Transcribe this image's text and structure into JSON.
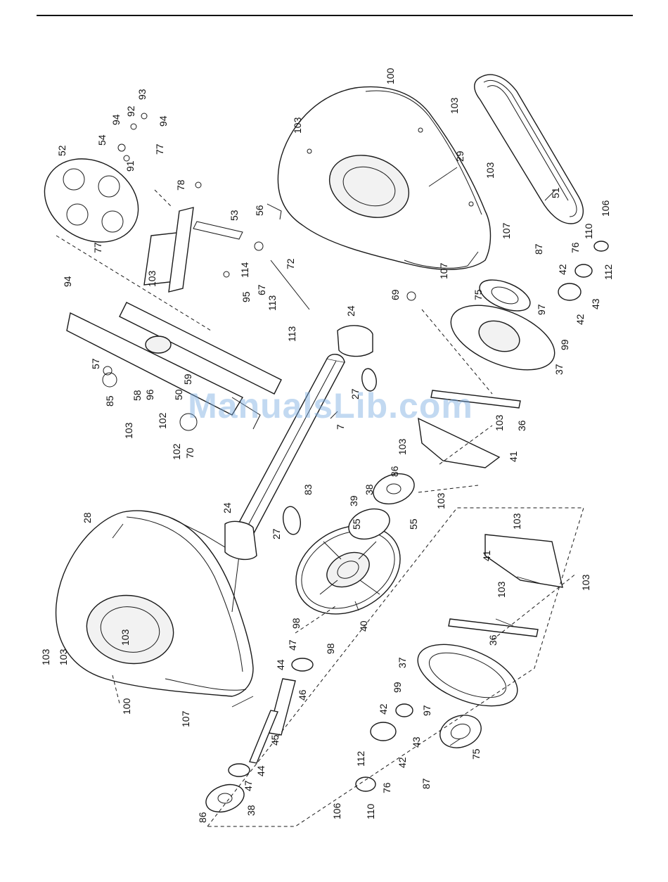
{
  "watermark": "ManualsLib.com",
  "labels": [
    {
      "id": "l1",
      "text": "100"
    },
    {
      "id": "l2",
      "text": "103"
    },
    {
      "id": "l3",
      "text": "103"
    },
    {
      "id": "l4",
      "text": "29"
    },
    {
      "id": "l5",
      "text": "103"
    },
    {
      "id": "l6",
      "text": "51"
    },
    {
      "id": "l7",
      "text": "106"
    },
    {
      "id": "l8",
      "text": "110"
    },
    {
      "id": "l9",
      "text": "76"
    },
    {
      "id": "l10",
      "text": "112"
    },
    {
      "id": "l11",
      "text": "42"
    },
    {
      "id": "l12",
      "text": "43"
    },
    {
      "id": "l13",
      "text": "42"
    },
    {
      "id": "l14",
      "text": "97"
    },
    {
      "id": "l15",
      "text": "99"
    },
    {
      "id": "l16",
      "text": "37"
    },
    {
      "id": "l17",
      "text": "107"
    },
    {
      "id": "l18",
      "text": "87"
    },
    {
      "id": "l19",
      "text": "75"
    },
    {
      "id": "l20",
      "text": "107"
    },
    {
      "id": "l21",
      "text": "69"
    },
    {
      "id": "l22",
      "text": "93"
    },
    {
      "id": "l23",
      "text": "92"
    },
    {
      "id": "l24",
      "text": "94"
    },
    {
      "id": "l25",
      "text": "94"
    },
    {
      "id": "l26",
      "text": "54"
    },
    {
      "id": "l27",
      "text": "77"
    },
    {
      "id": "l28",
      "text": "91"
    },
    {
      "id": "l29",
      "text": "52"
    },
    {
      "id": "l30",
      "text": "77"
    },
    {
      "id": "l31",
      "text": "94"
    },
    {
      "id": "l32",
      "text": "78"
    },
    {
      "id": "l33",
      "text": "53"
    },
    {
      "id": "l34",
      "text": "56"
    },
    {
      "id": "l35",
      "text": "72"
    },
    {
      "id": "l36",
      "text": "114"
    },
    {
      "id": "l37",
      "text": "95"
    },
    {
      "id": "l38",
      "text": "67"
    },
    {
      "id": "l39",
      "text": "113"
    },
    {
      "id": "l40",
      "text": "113"
    },
    {
      "id": "l41",
      "text": "103"
    },
    {
      "id": "l42",
      "text": "24"
    },
    {
      "id": "l43",
      "text": "27"
    },
    {
      "id": "l44",
      "text": "57"
    },
    {
      "id": "l45",
      "text": "85"
    },
    {
      "id": "l46",
      "text": "58"
    },
    {
      "id": "l47",
      "text": "96"
    },
    {
      "id": "l48",
      "text": "50"
    },
    {
      "id": "l49",
      "text": "59"
    },
    {
      "id": "l50",
      "text": "102"
    },
    {
      "id": "l51",
      "text": "103"
    },
    {
      "id": "l52",
      "text": "102"
    },
    {
      "id": "l53",
      "text": "70"
    },
    {
      "id": "l54",
      "text": "7"
    },
    {
      "id": "l55",
      "text": "36"
    },
    {
      "id": "l56",
      "text": "103"
    },
    {
      "id": "l57",
      "text": "41"
    },
    {
      "id": "l58",
      "text": "103"
    },
    {
      "id": "l59",
      "text": "103"
    },
    {
      "id": "l60",
      "text": "86"
    },
    {
      "id": "l61",
      "text": "38"
    },
    {
      "id": "l62",
      "text": "83"
    },
    {
      "id": "l63",
      "text": "39"
    },
    {
      "id": "l64",
      "text": "55"
    },
    {
      "id": "l65",
      "text": "55"
    },
    {
      "id": "l66",
      "text": "24"
    },
    {
      "id": "l67",
      "text": "27"
    },
    {
      "id": "l68",
      "text": "28"
    },
    {
      "id": "l69",
      "text": "103"
    },
    {
      "id": "l70",
      "text": "103"
    },
    {
      "id": "l71",
      "text": "103"
    },
    {
      "id": "l72",
      "text": "100"
    },
    {
      "id": "l73",
      "text": "107"
    },
    {
      "id": "l74",
      "text": "98"
    },
    {
      "id": "l75",
      "text": "98"
    },
    {
      "id": "l76",
      "text": "40"
    },
    {
      "id": "l77",
      "text": "47"
    },
    {
      "id": "l78",
      "text": "44"
    },
    {
      "id": "l79",
      "text": "46"
    },
    {
      "id": "l80",
      "text": "45"
    },
    {
      "id": "l81",
      "text": "44"
    },
    {
      "id": "l82",
      "text": "47"
    },
    {
      "id": "l83",
      "text": "38"
    },
    {
      "id": "l84",
      "text": "86"
    },
    {
      "id": "l85",
      "text": "103"
    },
    {
      "id": "l86",
      "text": "41"
    },
    {
      "id": "l87",
      "text": "103"
    },
    {
      "id": "l88",
      "text": "103"
    },
    {
      "id": "l89",
      "text": "36"
    },
    {
      "id": "l90",
      "text": "37"
    },
    {
      "id": "l91",
      "text": "99"
    },
    {
      "id": "l92",
      "text": "97"
    },
    {
      "id": "l93",
      "text": "42"
    },
    {
      "id": "l94",
      "text": "43"
    },
    {
      "id": "l95",
      "text": "42"
    },
    {
      "id": "l96",
      "text": "112"
    },
    {
      "id": "l97",
      "text": "75"
    },
    {
      "id": "l98",
      "text": "76"
    },
    {
      "id": "l99",
      "text": "110"
    },
    {
      "id": "l100",
      "text": "106"
    },
    {
      "id": "l101",
      "text": "87"
    }
  ]
}
